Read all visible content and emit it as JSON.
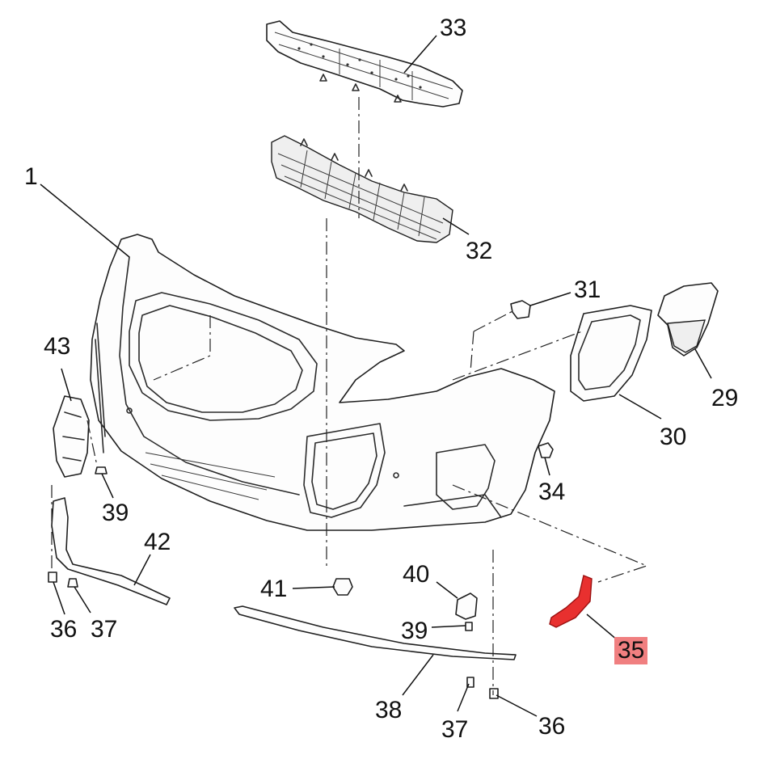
{
  "diagram": {
    "highlight_color": "#f07f80",
    "highlighted_part_color": "#e8302f",
    "callouts": [
      {
        "id": "c1",
        "label": "1"
      },
      {
        "id": "c33",
        "label": "33"
      },
      {
        "id": "c32",
        "label": "32"
      },
      {
        "id": "c31",
        "label": "31"
      },
      {
        "id": "c29",
        "label": "29"
      },
      {
        "id": "c30",
        "label": "30"
      },
      {
        "id": "c43",
        "label": "43"
      },
      {
        "id": "c34",
        "label": "34"
      },
      {
        "id": "c39a",
        "label": "39"
      },
      {
        "id": "c42",
        "label": "42"
      },
      {
        "id": "c41",
        "label": "41"
      },
      {
        "id": "c40",
        "label": "40"
      },
      {
        "id": "c39b",
        "label": "39"
      },
      {
        "id": "c35",
        "label": "35",
        "highlighted": true
      },
      {
        "id": "c36a",
        "label": "36"
      },
      {
        "id": "c37a",
        "label": "37"
      },
      {
        "id": "c38",
        "label": "38"
      },
      {
        "id": "c37b",
        "label": "37"
      },
      {
        "id": "c36b",
        "label": "36"
      }
    ]
  }
}
